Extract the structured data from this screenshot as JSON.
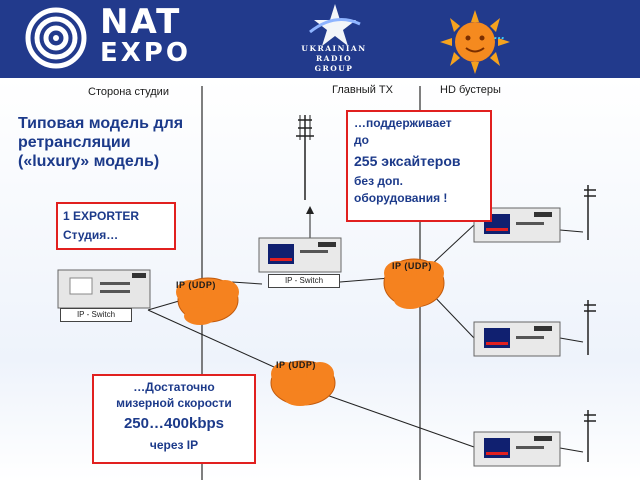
{
  "header": {
    "nat_logo": "NAT",
    "expo_logo": "EXPO",
    "radio_group_lines": [
      "UKRAINIAN",
      "RADIO",
      "GROUP"
    ],
    "sun_logo_text": "...",
    "colors": {
      "banner": "#223a8c",
      "accent_red": "#e1201f",
      "text_blue": "#1c3a8a",
      "cloud": "#f5821f"
    }
  },
  "columns": {
    "studio": "Сторона студии",
    "main_tx": "Главный TX",
    "hd_boosters": "HD бустеры"
  },
  "title": {
    "line1": "Типовая модель для",
    "line2": "ретрансляции",
    "line3": "(«luxury» модель)"
  },
  "exporter_box": {
    "line1": "1 EXPORTER",
    "line2": "Студия…"
  },
  "support_box": {
    "line1": "…поддерживает",
    "line2": "до",
    "line3": "255 эксайтеров",
    "line4": "без доп.",
    "line5": "оборудования !"
  },
  "speed_box": {
    "line1": "…Достаточно",
    "line2": "мизерной скорости",
    "line3": "250…400kbps",
    "line4": "через IP"
  },
  "switch_labels": {
    "studio": "IP - Switch",
    "main": "IP - Switch"
  },
  "ip_clouds": [
    "IP (UDP)",
    "IP (UDP)",
    "IP (UDP)"
  ],
  "icons": [
    "nat-expo-logo",
    "radio-group-logo",
    "sun-logo",
    "transmitter-tower-icon",
    "antenna-icon",
    "exporter-device-icon",
    "exciter-device-icon",
    "cloud-icon"
  ]
}
